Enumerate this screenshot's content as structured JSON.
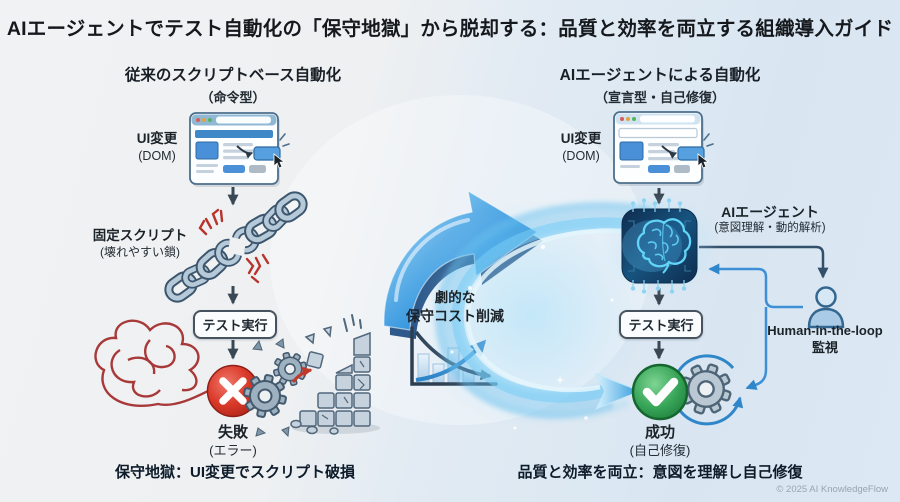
{
  "title": "AIエージェントでテスト自動化の「保守地獄」から脱却する：品質と効率を両立する組織導入ガイド",
  "left": {
    "header": "従来のスクリプトベース自動化",
    "subheader": "（命令型）",
    "ui_change": "UI変更",
    "ui_change_sub": "(DOM)",
    "fixed_script": "固定スクリプト",
    "fixed_script_sub": "(壊れやすい鎖)",
    "test_run": "テスト実行",
    "failure": "失敗",
    "failure_sub": "(エラー)",
    "caption": "保守地獄：UI変更でスクリプト破損"
  },
  "middle": {
    "benefit_line1": "劇的な",
    "benefit_line2": "保守コスト削減"
  },
  "right": {
    "header": "AIエージェントによる自動化",
    "subheader": "（宣言型・自己修復）",
    "ui_change": "UI変更",
    "ui_change_sub": "(DOM)",
    "agent": "AIエージェント",
    "agent_sub": "(意図理解・動的解析)",
    "test_run": "テスト実行",
    "success": "成功",
    "success_sub": "(自己修復)",
    "hitl_line1": "Human-in-the-loop",
    "hitl_line2": "監視",
    "caption": "品質と効率を両立：意図を理解し自己修復"
  },
  "footer": {
    "copyright": "© 2025 AI KnowledgeFlow"
  },
  "icons": {
    "left_browser": "browser-window-icon",
    "right_browser": "browser-window-icon",
    "chain": "broken-chain-icon",
    "tangle": "tangled-scribble-icon",
    "error": "error-x-icon",
    "gears_broken": "broken-gears-icon",
    "wall": "crumbling-wall-icon",
    "transition": "big-upgrade-arrow-icon",
    "chart": "cost-reduction-chart-icon",
    "swirl": "energy-swirl-icon",
    "chip": "ai-brain-chip-icon",
    "person": "human-icon",
    "check": "success-check-icon",
    "gear": "self-healing-gear-icon",
    "cursor": "mouse-cursor-icon"
  },
  "colors": {
    "accent_blue": "#1e7ac4",
    "deep_blue": "#0b4f9e",
    "light_blue": "#8fd0f5",
    "error_red": "#d93025",
    "success_green": "#2f9c4e",
    "steel_gray": "#9db1c1",
    "chip_navy": "#103253",
    "text_dark": "#15191d"
  }
}
